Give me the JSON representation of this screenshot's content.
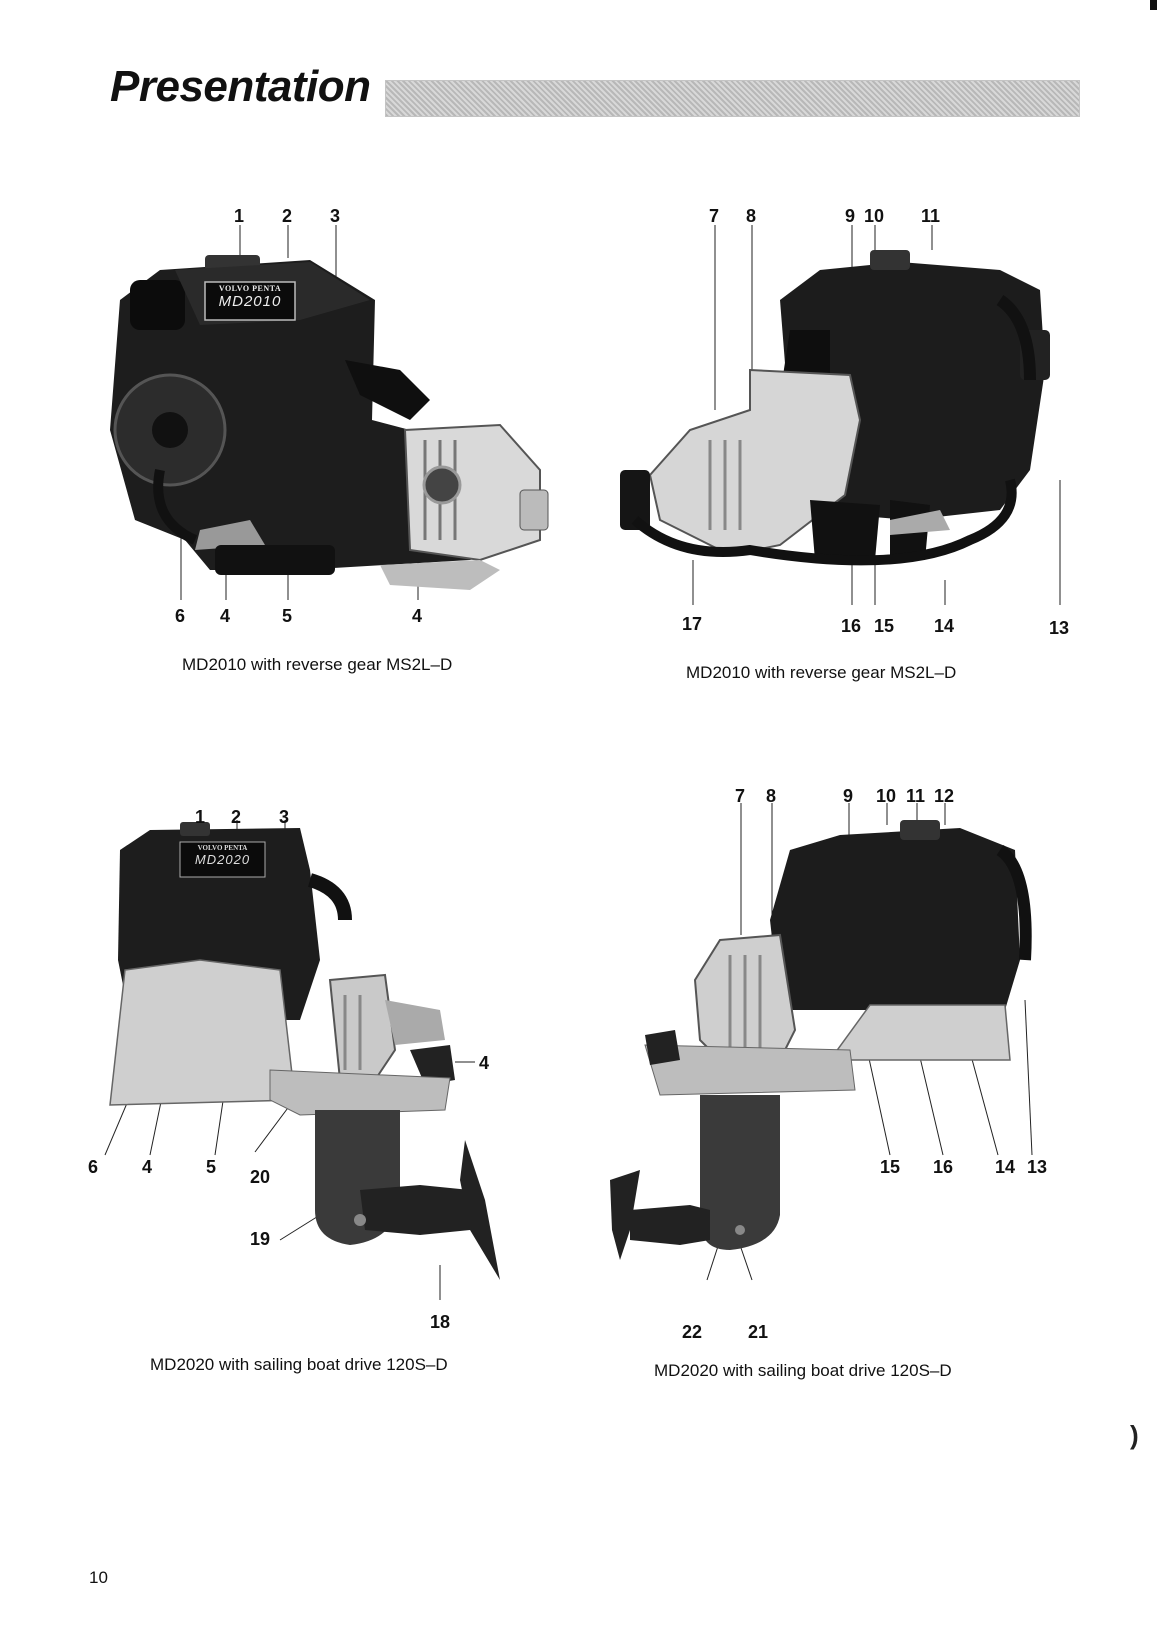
{
  "page": {
    "title": "Presentation",
    "number": "10"
  },
  "figures": [
    {
      "caption": "MD2010 with reverse gear MS2L–D",
      "badge": {
        "brand": "VOLVO PENTA",
        "model": "MD2010"
      },
      "callouts": [
        "1",
        "2",
        "3",
        "6",
        "4",
        "5",
        "4"
      ]
    },
    {
      "caption": "MD2010 with reverse gear MS2L–D",
      "callouts": [
        "7",
        "8",
        "9",
        "10",
        "11",
        "17",
        "16",
        "15",
        "14",
        "13"
      ]
    },
    {
      "caption": "MD2020 with sailing boat drive 120S–D",
      "badge": {
        "brand": "VOLVO PENTA",
        "model": "MD2020"
      },
      "callouts": [
        "1",
        "2",
        "3",
        "4",
        "6",
        "4",
        "5",
        "20",
        "19",
        "18"
      ]
    },
    {
      "caption": "MD2020 with sailing boat drive 120S–D",
      "callouts": [
        "7",
        "8",
        "9",
        "10",
        "11",
        "12",
        "15",
        "16",
        "14",
        "13",
        "22",
        "21"
      ]
    }
  ]
}
